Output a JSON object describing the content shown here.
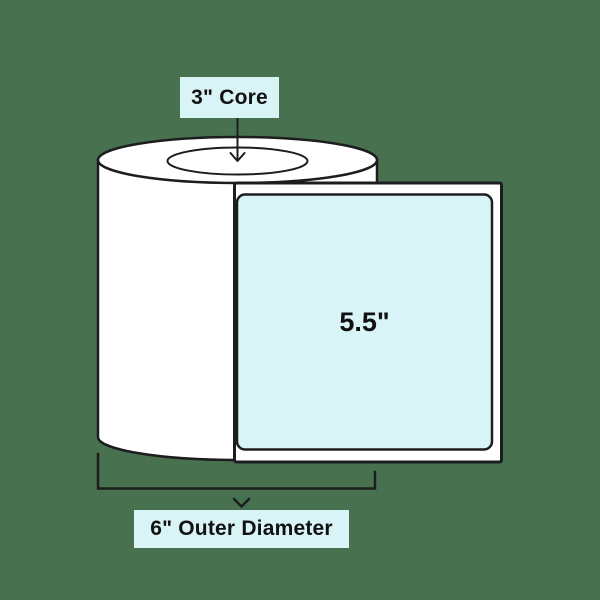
{
  "diagram": {
    "type": "label-roll-dimension-diagram",
    "background_color": "#48714f",
    "highlight_color": "#d8f4f7",
    "outline_color": "#1d1d1d",
    "paper_color": "#ffffff",
    "text_color": "#111111",
    "core_callout": "3\" Core",
    "label_width_text": "5.5\"",
    "outer_diameter_callout": "6\" Outer Diameter"
  }
}
